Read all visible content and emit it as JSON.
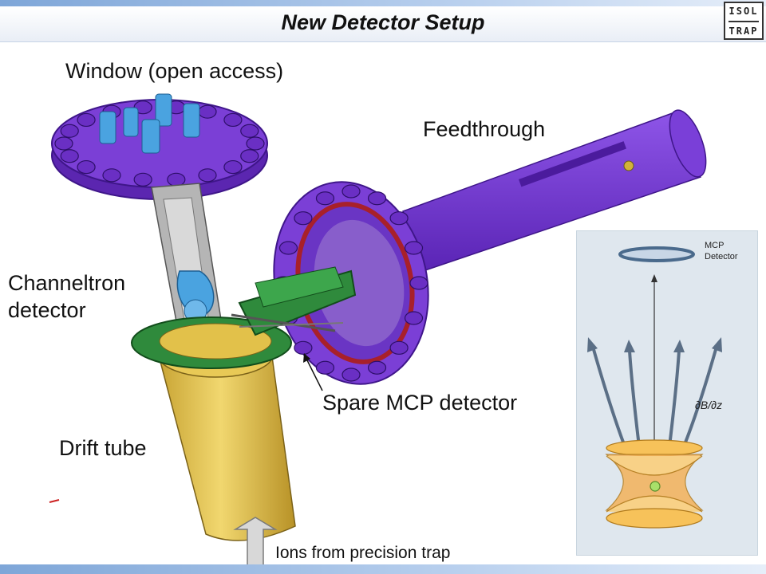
{
  "header": {
    "title": "New Detector Setup",
    "logo_line1": "ISOL",
    "logo_line2": "TRAP"
  },
  "labels": {
    "window": "Window (open access)",
    "feedthrough": "Feedthrough",
    "channeltron": "Channeltron detector",
    "spare_mcp": "Spare MCP detector",
    "drift_tube": "Drift tube",
    "ions": "Ions from precision trap"
  },
  "inset": {
    "mcp_line1": "MCP",
    "mcp_line2": "Detector",
    "gradient": "∂B/∂z"
  },
  "colors": {
    "flange": "#7b3fd6",
    "bolt": "#6a2fc4",
    "tube": "#e2c14a",
    "green": "#2f8a3c",
    "blue_part": "#4aa3e0",
    "arrow_inset": "#5b6f86",
    "trap": "#f3b25a"
  }
}
